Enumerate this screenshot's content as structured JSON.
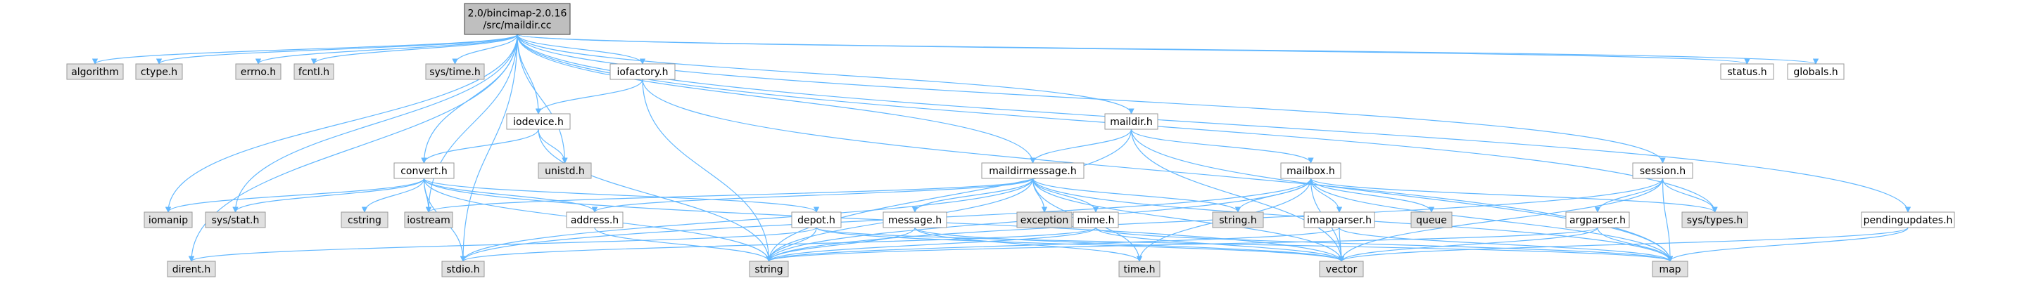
{
  "diagram": {
    "type": "include-dependency-graph",
    "root": {
      "id": "root",
      "label_lines": [
        "2.0/bincimap-2.0.16",
        "/src/maildir.cc"
      ]
    },
    "nodes": [
      {
        "id": "algorithm",
        "label": "algorithm",
        "kind": "external"
      },
      {
        "id": "ctype",
        "label": "ctype.h",
        "kind": "external"
      },
      {
        "id": "errno",
        "label": "errno.h",
        "kind": "external"
      },
      {
        "id": "fcntl",
        "label": "fcntl.h",
        "kind": "external"
      },
      {
        "id": "systime",
        "label": "sys/time.h",
        "kind": "external"
      },
      {
        "id": "iofactory",
        "label": "iofactory.h",
        "kind": "internal"
      },
      {
        "id": "status",
        "label": "status.h",
        "kind": "internal"
      },
      {
        "id": "globals",
        "label": "globals.h",
        "kind": "internal"
      },
      {
        "id": "iodevice",
        "label": "iodevice.h",
        "kind": "internal"
      },
      {
        "id": "maildir",
        "label": "maildir.h",
        "kind": "internal"
      },
      {
        "id": "unistd",
        "label": "unistd.h",
        "kind": "external"
      },
      {
        "id": "convert",
        "label": "convert.h",
        "kind": "internal"
      },
      {
        "id": "maildirmessage",
        "label": "maildirmessage.h",
        "kind": "internal"
      },
      {
        "id": "mailbox",
        "label": "mailbox.h",
        "kind": "internal"
      },
      {
        "id": "session",
        "label": "session.h",
        "kind": "internal"
      },
      {
        "id": "iomanip",
        "label": "iomanip",
        "kind": "external"
      },
      {
        "id": "sysstat",
        "label": "sys/stat.h",
        "kind": "external"
      },
      {
        "id": "cstring",
        "label": "cstring",
        "kind": "external"
      },
      {
        "id": "iostream",
        "label": "iostream",
        "kind": "external"
      },
      {
        "id": "address",
        "label": "address.h",
        "kind": "internal"
      },
      {
        "id": "depot",
        "label": "depot.h",
        "kind": "internal"
      },
      {
        "id": "message",
        "label": "message.h",
        "kind": "internal"
      },
      {
        "id": "exception",
        "label": "exception",
        "kind": "external"
      },
      {
        "id": "mime",
        "label": "mime.h",
        "kind": "internal"
      },
      {
        "id": "stringh",
        "label": "string.h",
        "kind": "external"
      },
      {
        "id": "imapparser",
        "label": "imapparser.h",
        "kind": "internal"
      },
      {
        "id": "queue",
        "label": "queue",
        "kind": "external"
      },
      {
        "id": "argparser",
        "label": "argparser.h",
        "kind": "internal"
      },
      {
        "id": "systypes",
        "label": "sys/types.h",
        "kind": "external"
      },
      {
        "id": "pendingupdates",
        "label": "pendingupdates.h",
        "kind": "internal"
      },
      {
        "id": "dirent",
        "label": "dirent.h",
        "kind": "external"
      },
      {
        "id": "stdio",
        "label": "stdio.h",
        "kind": "external"
      },
      {
        "id": "string",
        "label": "string",
        "kind": "external"
      },
      {
        "id": "timeh",
        "label": "time.h",
        "kind": "external"
      },
      {
        "id": "vector",
        "label": "vector",
        "kind": "external"
      },
      {
        "id": "map",
        "label": "map",
        "kind": "external"
      }
    ],
    "edges": [
      [
        "root",
        "algorithm"
      ],
      [
        "root",
        "ctype"
      ],
      [
        "root",
        "errno"
      ],
      [
        "root",
        "fcntl"
      ],
      [
        "root",
        "systime"
      ],
      [
        "root",
        "iofactory"
      ],
      [
        "root",
        "status"
      ],
      [
        "root",
        "globals"
      ],
      [
        "root",
        "iodevice"
      ],
      [
        "root",
        "unistd"
      ],
      [
        "root",
        "convert"
      ],
      [
        "root",
        "maildir"
      ],
      [
        "root",
        "maildirmessage"
      ],
      [
        "root",
        "session"
      ],
      [
        "root",
        "pendingupdates"
      ],
      [
        "root",
        "iomanip"
      ],
      [
        "root",
        "sysstat"
      ],
      [
        "root",
        "iostream"
      ],
      [
        "root",
        "dirent"
      ],
      [
        "root",
        "stdio"
      ],
      [
        "root",
        "systypes"
      ],
      [
        "iofactory",
        "iodevice"
      ],
      [
        "iofactory",
        "string"
      ],
      [
        "iofactory",
        "map"
      ],
      [
        "iodevice",
        "convert"
      ],
      [
        "iodevice",
        "unistd"
      ],
      [
        "iodevice",
        "string"
      ],
      [
        "convert",
        "iomanip"
      ],
      [
        "convert",
        "sysstat"
      ],
      [
        "convert",
        "cstring"
      ],
      [
        "convert",
        "iostream"
      ],
      [
        "convert",
        "address"
      ],
      [
        "convert",
        "depot"
      ],
      [
        "convert",
        "stdio"
      ],
      [
        "convert",
        "string"
      ],
      [
        "convert",
        "vector"
      ],
      [
        "maildir",
        "maildirmessage"
      ],
      [
        "maildir",
        "mailbox"
      ],
      [
        "maildir",
        "string"
      ],
      [
        "maildir",
        "vector"
      ],
      [
        "maildir",
        "map"
      ],
      [
        "maildirmessage",
        "iostream"
      ],
      [
        "maildirmessage",
        "address"
      ],
      [
        "maildirmessage",
        "message"
      ],
      [
        "maildirmessage",
        "exception"
      ],
      [
        "maildirmessage",
        "mime"
      ],
      [
        "maildirmessage",
        "stringh"
      ],
      [
        "maildirmessage",
        "string"
      ],
      [
        "maildirmessage",
        "vector"
      ],
      [
        "maildirmessage",
        "map"
      ],
      [
        "maildirmessage",
        "stdio"
      ],
      [
        "maildirmessage",
        "timeh"
      ],
      [
        "mailbox",
        "imapparser"
      ],
      [
        "mailbox",
        "queue"
      ],
      [
        "mailbox",
        "stringh"
      ],
      [
        "mailbox",
        "string"
      ],
      [
        "mailbox",
        "map"
      ],
      [
        "mailbox",
        "vector"
      ],
      [
        "mailbox",
        "systypes"
      ],
      [
        "mailbox",
        "timeh"
      ],
      [
        "mailbox",
        "stdio"
      ],
      [
        "session",
        "argparser"
      ],
      [
        "session",
        "systypes"
      ],
      [
        "session",
        "map"
      ],
      [
        "session",
        "vector"
      ],
      [
        "session",
        "string"
      ],
      [
        "address",
        "string"
      ],
      [
        "depot",
        "dirent"
      ],
      [
        "depot",
        "string"
      ],
      [
        "depot",
        "map"
      ],
      [
        "depot",
        "vector"
      ],
      [
        "message",
        "string"
      ],
      [
        "message",
        "timeh"
      ],
      [
        "message",
        "vector"
      ],
      [
        "mime",
        "string"
      ],
      [
        "mime",
        "vector"
      ],
      [
        "mime",
        "map"
      ],
      [
        "mime",
        "stdio"
      ],
      [
        "imapparser",
        "string"
      ],
      [
        "imapparser",
        "map"
      ],
      [
        "imapparser",
        "vector"
      ],
      [
        "argparser",
        "map"
      ],
      [
        "argparser",
        "vector"
      ],
      [
        "argparser",
        "string"
      ],
      [
        "pendingupdates",
        "map"
      ],
      [
        "pendingupdates",
        "vector"
      ]
    ]
  },
  "colors": {
    "edge": "#63B8FF",
    "node_border": "#999999",
    "root_fill": "#BFBFBF",
    "root_border": "#404040",
    "external_fill": "#E0E0E0",
    "internal_fill": "#FFFFFF",
    "text": "#000000"
  }
}
